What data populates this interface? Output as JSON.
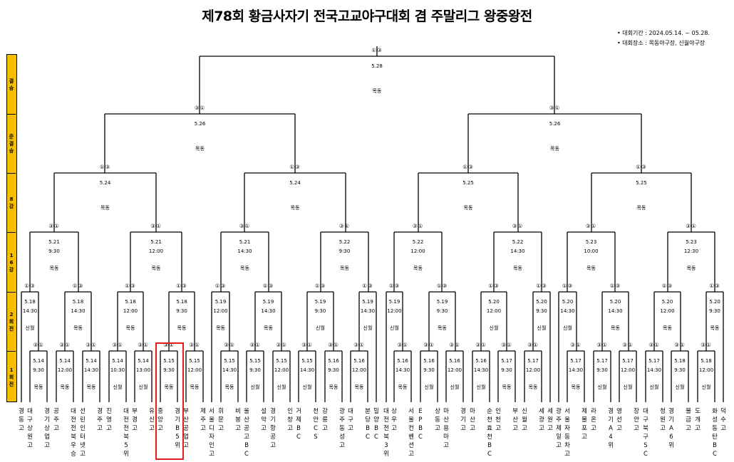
{
  "title": "제78회 황금사자기 전국고교야구대회 겸 주말리그 왕중왕전",
  "info": [
    "• 대회기간 : 2024.05.14. ~ 05.28.",
    "• 대회장소 : 목동야구장, 신월야구장"
  ],
  "rounds": [
    "결승",
    "준결승",
    "8강",
    "16강",
    "2회전",
    "1회전"
  ],
  "marks": {
    "final": "①③",
    "sf": "③①",
    "qf": "①③",
    "r16": "③①",
    "r2": "①③",
    "r1": "③①"
  },
  "final": [
    {
      "date": "5.28",
      "venue": "목동"
    }
  ],
  "sf": [
    {
      "date": "5.26",
      "venue": "목동"
    },
    {
      "date": "5.26",
      "venue": "목동"
    }
  ],
  "qf": [
    {
      "date": "5.24",
      "venue": "목동"
    },
    {
      "date": "5.24",
      "venue": "목동"
    },
    {
      "date": "5.25",
      "venue": "목동"
    },
    {
      "date": "5.25",
      "venue": "목동"
    }
  ],
  "r16": [
    {
      "date": "5.21",
      "time": "9:30",
      "venue": "목동"
    },
    {
      "date": "5.21",
      "time": "12:00",
      "venue": "목동"
    },
    {
      "date": "5.21",
      "time": "14:30",
      "venue": "목동"
    },
    {
      "date": "5.22",
      "time": "9:30",
      "venue": "목동"
    },
    {
      "date": "5.22",
      "time": "12:00",
      "venue": "목동"
    },
    {
      "date": "5.22",
      "time": "14:30",
      "venue": "목동"
    },
    {
      "date": "5.23",
      "time": "10:00",
      "venue": "목동"
    },
    {
      "date": "5.23",
      "time": "12:30",
      "venue": "목동"
    }
  ],
  "r2": [
    {
      "date": "5.18",
      "time": "14:30",
      "venue": "신월"
    },
    {
      "date": "5.18",
      "time": "14:30",
      "venue": "목동"
    },
    {
      "date": "5.18",
      "time": "12:00",
      "venue": "목동"
    },
    {
      "date": "5.18",
      "time": "9:30",
      "venue": "목동"
    },
    {
      "date": "5.19",
      "time": "12:00",
      "venue": "목동"
    },
    {
      "date": "5.19",
      "time": "14:30",
      "venue": "목동"
    },
    {
      "date": "5.19",
      "time": "9:30",
      "venue": "신월"
    },
    {
      "date": "5.19",
      "time": "14:30",
      "venue": "신월"
    },
    {
      "date": "5.19",
      "time": "12:00",
      "venue": "신월"
    },
    {
      "date": "5.19",
      "time": "9:30",
      "venue": "목동"
    },
    {
      "date": "5.20",
      "time": "12:00",
      "venue": "신월"
    },
    {
      "date": "5.20",
      "time": "9:30",
      "venue": "신월"
    },
    {
      "date": "5.20",
      "time": "14:30",
      "venue": "신월"
    },
    {
      "date": "5.20",
      "time": "14:30",
      "venue": "목동"
    },
    {
      "date": "5.20",
      "time": "12:00",
      "venue": "목동"
    },
    {
      "date": "5.20",
      "time": "9:30",
      "venue": "목동"
    }
  ],
  "r1": [
    {
      "date": "5.14",
      "time": "9:30",
      "venue": "목동"
    },
    {
      "date": "5.14",
      "time": "12:00",
      "venue": "목동"
    },
    {
      "date": "5.14",
      "time": "14:30",
      "venue": "목동"
    },
    {
      "date": "5.14",
      "time": "10:30",
      "venue": "신월"
    },
    {
      "date": "5.14",
      "time": "13:00",
      "venue": "신월"
    },
    {
      "date": "5.15",
      "time": "9:30",
      "venue": "목동"
    },
    {
      "date": "5.15",
      "time": "12:00",
      "venue": "목동"
    },
    {
      "date": "5.15",
      "time": "14:30",
      "venue": "목동"
    },
    {
      "date": "5.15",
      "time": "9:30",
      "venue": "신월"
    },
    {
      "date": "5.15",
      "time": "12:00",
      "venue": "신월"
    },
    {
      "date": "5.15",
      "time": "14:30",
      "venue": "신월"
    },
    {
      "date": "5.16",
      "time": "9:30",
      "venue": "목동"
    },
    {
      "date": "5.16",
      "time": "12:00",
      "venue": "목동"
    },
    {
      "date": "5.16",
      "time": "14:30",
      "venue": "목동"
    },
    {
      "date": "5.16",
      "time": "9:30",
      "venue": "신월"
    },
    {
      "date": "5.16",
      "time": "12:00",
      "venue": "신월"
    },
    {
      "date": "5.16",
      "time": "14:30",
      "venue": "신월"
    },
    {
      "date": "5.17",
      "time": "9:30",
      "venue": "목동"
    },
    {
      "date": "5.17",
      "time": "12:00",
      "venue": "목동"
    },
    {
      "date": "5.17",
      "time": "14:30",
      "venue": "목동"
    },
    {
      "date": "5.17",
      "time": "9:30",
      "venue": "신월"
    },
    {
      "date": "5.17",
      "time": "12:00",
      "venue": "신월"
    },
    {
      "date": "5.17",
      "time": "14:30",
      "venue": "신월"
    },
    {
      "date": "5.18",
      "time": "9:30",
      "venue": "신월"
    },
    {
      "date": "5.18",
      "time": "12:00",
      "venue": "신월"
    }
  ],
  "teams": [
    "경동고",
    "대구상원고",
    "경기상업고",
    "공주고",
    "대전전북우승",
    "선린인터넷고",
    "경주고",
    "진영고",
    "대전전북5위",
    "부경고",
    "유신고",
    "중앙고",
    "경기B 5위",
    "부산공업고",
    "제주고",
    "서울디자인고",
    "휘문고",
    "비봉고",
    "울산공고BC",
    "설악고",
    "경기항공고",
    "인창고",
    "거제BC",
    "천안CS",
    "강릉고",
    "광주동성고",
    "대구고",
    "분당BC",
    "밀양BC",
    "대전전북3위",
    "상우고",
    "서울컨벤션고",
    "EPBC",
    "상동고",
    "마산용마고",
    "경기고",
    "마산고",
    "순천효천BC",
    "인천고",
    "부산고",
    "신월고",
    "세광고",
    "세원고",
    "광주제일고",
    "서울자동차고",
    "제물포고",
    "라온고",
    "경기A 4위",
    "영선고",
    "장안고",
    "대구북구SC",
    "청원고",
    "경기A 6위",
    "물금고",
    "도개고",
    "화성동탄BC",
    "덕수고"
  ]
}
